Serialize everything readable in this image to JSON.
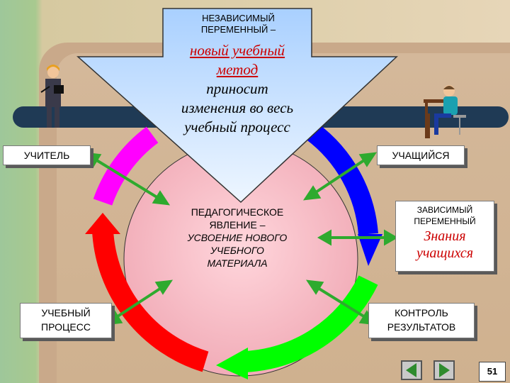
{
  "top": {
    "label_line1": "НЕЗАВИСИМЫЙ",
    "label_line2": "ПЕРЕМЕННЫЙ –",
    "emph_line1": "новый учебный",
    "emph_line2": "метод",
    "text_line1": "приносит",
    "text_line2": "изменения во весь",
    "text_line3": "учебный процесс"
  },
  "teacher_box": "УЧИТЕЛЬ",
  "student_box": "УЧАЩИЙСЯ",
  "process_box": {
    "line1": "УЧЕБНЫЙ",
    "line2": "ПРОЦЕСС"
  },
  "control_box": {
    "line1": "КОНТРОЛЬ",
    "line2": "РЕЗУЛЬТАТОВ"
  },
  "dependent_box": {
    "line1": "ЗАВИСИМЫЙ",
    "line2": "ПЕРЕМЕННЫЙ",
    "line3": "Знания",
    "line4": "учащихся"
  },
  "center": {
    "line1": "ПЕДАГОГИЧЕСКОЕ",
    "line2": "ЯВЛЕНИЕ –",
    "line3": "УСВОЕНИЕ НОВОГО",
    "line4": "УЧЕБНОГО",
    "line5": "МАТЕРИАЛА"
  },
  "page_number": "51",
  "colors": {
    "arc_magenta": "#ff00ff",
    "arc_blue": "#0000ff",
    "arc_red": "#ff0000",
    "arc_green": "#00ff00",
    "arrow_green": "#33aa33",
    "circle_fill": "#f6b8c0",
    "funnel_fill": "#c8e2ff"
  },
  "nav": {
    "prev_icon": "triangle-left-icon",
    "next_icon": "triangle-right-icon"
  }
}
